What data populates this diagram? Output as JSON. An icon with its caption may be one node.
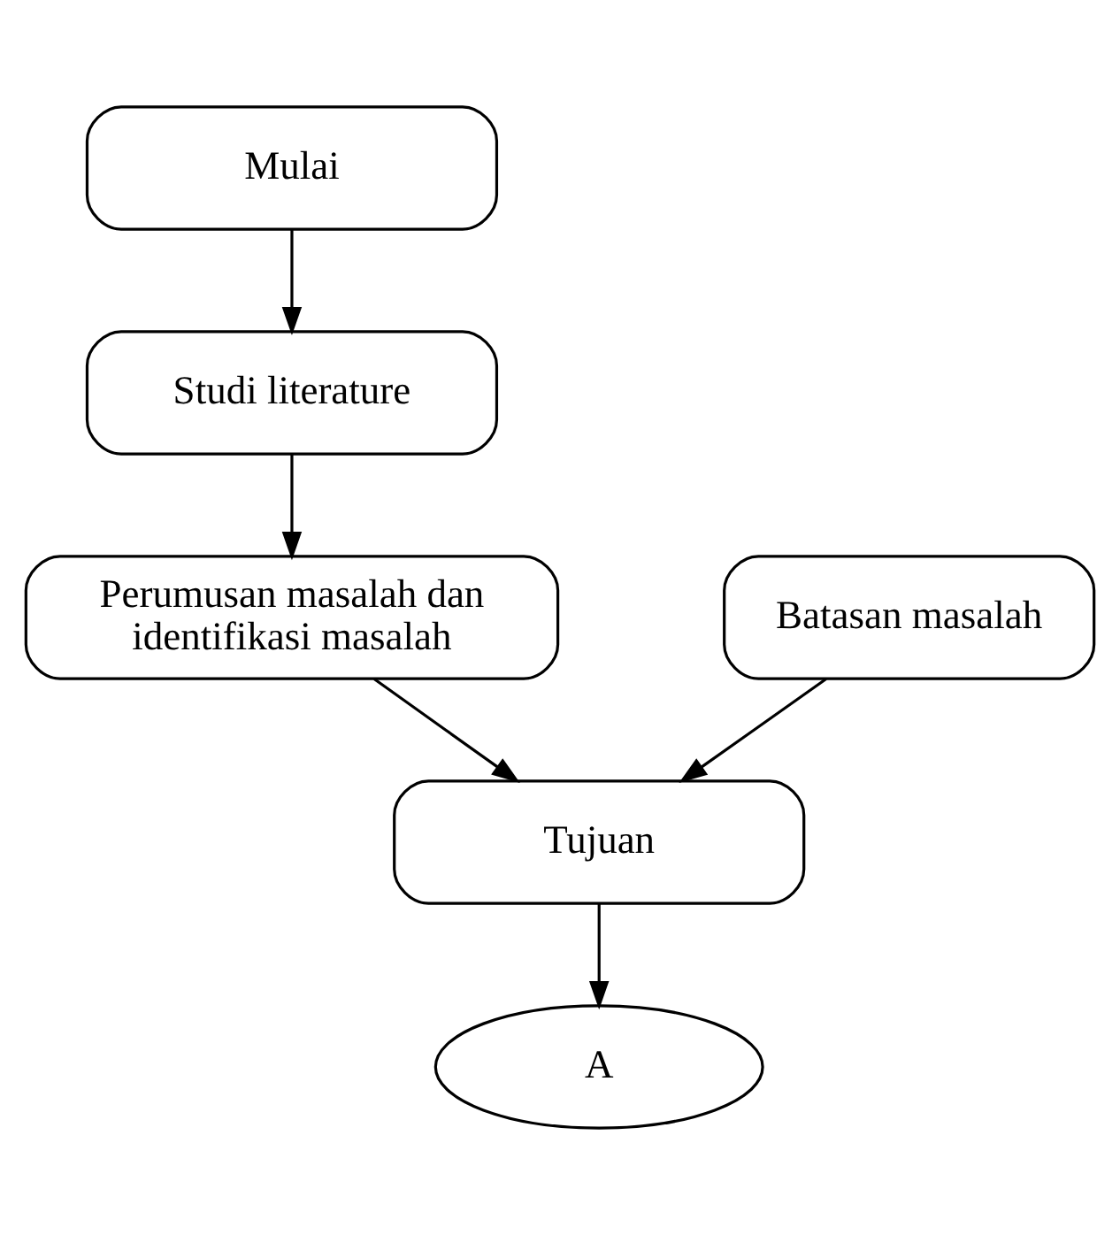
{
  "diagram": {
    "nodes": [
      {
        "text": [
          "Mulai"
        ]
      },
      {
        "text": [
          "Studi literature"
        ]
      },
      {
        "text": [
          "Perumusan masalah dan identifikasi masalah"
        ]
      },
      {
        "text": [
          "Batasan masalah"
        ]
      },
      {
        "text": [
          "Tujuan"
        ]
      },
      {
        "text": [
          "A"
        ]
      }
    ],
    "edges": [
      {
        "from": 0,
        "to": 1,
        "arrow": "to"
      },
      {
        "from": 1,
        "to": 2,
        "arrow": "to"
      },
      {
        "from": 2,
        "to": 4,
        "arrow": "to"
      },
      {
        "from": 3,
        "to": 4,
        "arrow": "to"
      },
      {
        "from": 4,
        "to": 5,
        "arrow": "to"
      }
    ]
  }
}
